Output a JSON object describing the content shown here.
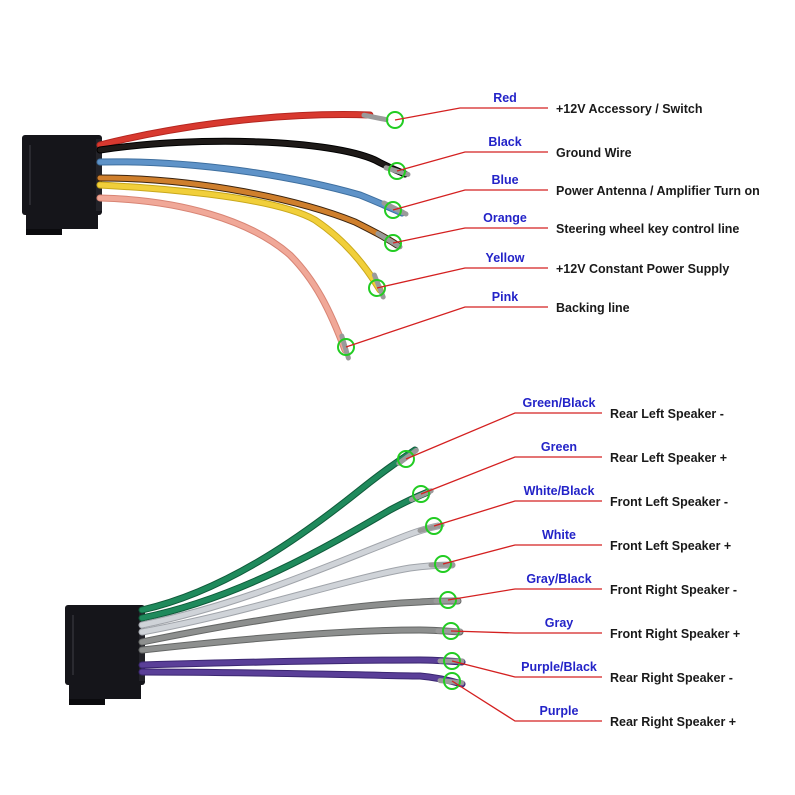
{
  "colors": {
    "callout_line": "#d42020",
    "marker_ring": "#22cc22",
    "connector_body": "#15151a",
    "color_label_text": "#2323c8",
    "function_label_text": "#1a1a1a"
  },
  "upper_harness": {
    "connector_icon": "iso-connector-icon",
    "wires": [
      {
        "color_label": "Red",
        "function": "+12V  Accessory / Switch",
        "wire_color": "#d8392f",
        "stroke_color": "#b52620"
      },
      {
        "color_label": "Black",
        "function": "Ground Wire",
        "wire_color": "#1e1a18",
        "stroke_color": "#000000"
      },
      {
        "color_label": "Blue",
        "function": "Power Antenna / Amplifier Turn on",
        "wire_color": "#5f93c8",
        "stroke_color": "#3e6f9f"
      },
      {
        "color_label": "Orange",
        "function": "Steering wheel key control line",
        "wire_color": "#cf7f2c",
        "stroke_color": "#3a2410"
      },
      {
        "color_label": "Yellow",
        "function": "+12V Constant Power Supply",
        "wire_color": "#f1cf3a",
        "stroke_color": "#c9a81c"
      },
      {
        "color_label": "Pink",
        "function": "Backing line",
        "wire_color": "#f0a898",
        "stroke_color": "#d88474"
      }
    ]
  },
  "lower_harness": {
    "connector_icon": "iso-connector-icon",
    "wires": [
      {
        "color_label": "Green/Black",
        "function": "Rear Left Speaker -",
        "wire_color": "#1f8a5c",
        "stroke_color": "#0f5a3a"
      },
      {
        "color_label": "Green",
        "function": "Rear Left Speaker +",
        "wire_color": "#1f8a5c",
        "stroke_color": "#0f5a3a"
      },
      {
        "color_label": "White/Black",
        "function": "Front Left Speaker -",
        "wire_color": "#cfd3d8",
        "stroke_color": "#a0a4aa"
      },
      {
        "color_label": "White",
        "function": "Front Left Speaker +",
        "wire_color": "#cfd3d8",
        "stroke_color": "#a0a4aa"
      },
      {
        "color_label": "Gray/Black",
        "function": "Front Right Speaker -",
        "wire_color": "#8d8f8e",
        "stroke_color": "#656766"
      },
      {
        "color_label": "Gray",
        "function": "Front Right Speaker +",
        "wire_color": "#8d8f8e",
        "stroke_color": "#656766"
      },
      {
        "color_label": "Purple/Black",
        "function": "Rear Right Speaker -",
        "wire_color": "#5a3f98",
        "stroke_color": "#3a2670"
      },
      {
        "color_label": "Purple",
        "function": "Rear Right Speaker +",
        "wire_color": "#5a3f98",
        "stroke_color": "#3a2670"
      }
    ]
  }
}
